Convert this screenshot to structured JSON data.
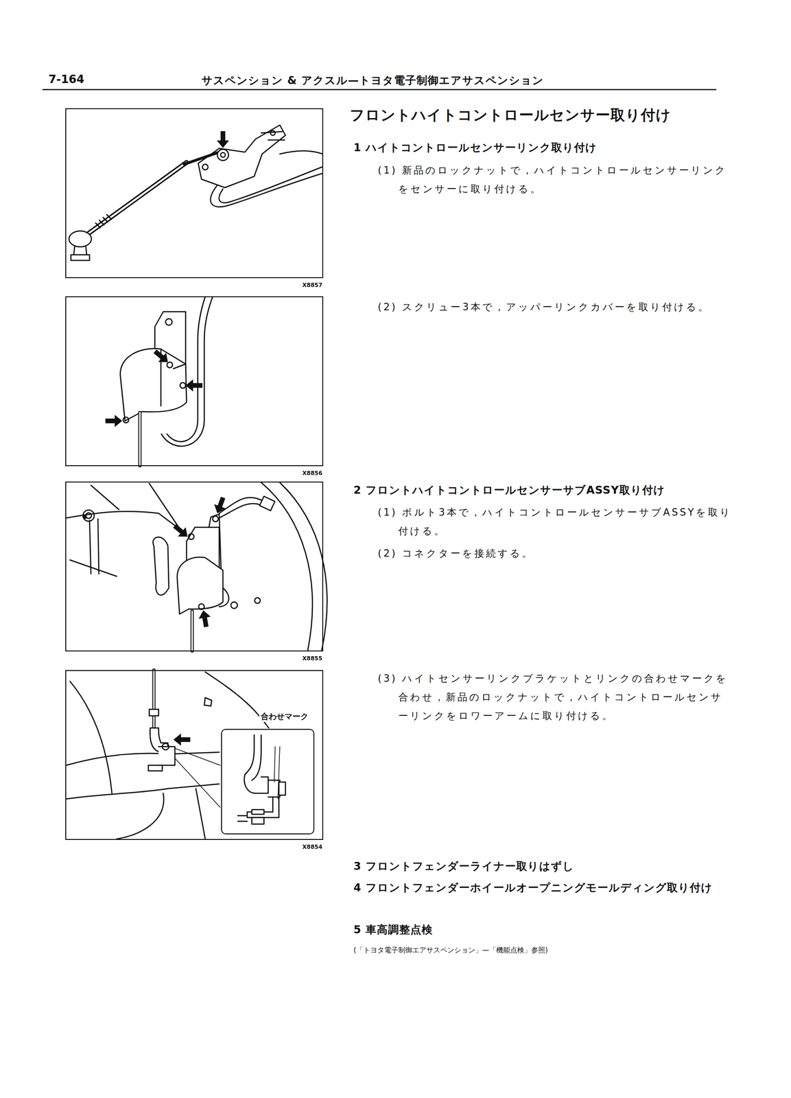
{
  "diagram": {
    "title": "フロントハイトコントロールセンサー取り付け",
    "nodes": [
      {
        "text": [
          "X8857"
        ]
      },
      {
        "text": [
          "X8856"
        ]
      },
      {
        "text": [
          "X8855"
        ]
      },
      {
        "text": [
          "X8854"
        ]
      },
      {
        "text": [
          "合わせマーク"
        ],
        "in": 3
      }
    ],
    "labels": [
      "7-164",
      "サスペンション & アクスル—トヨタ電子制御エアサスペンション",
      "1 ハイトコントロールセンサーリンク取り付け",
      "(1) 新品のロックナットで，ハイトコントロールセンサーリンクをセンサーに取り付ける。",
      "(2) スクリュー3本で，アッパーリンクカバーを取り付ける。",
      "2 フロントハイトコントロールセンサーサブASSY取り付け",
      "(1) ボルト3本で，ハイトコントロールセンサーサブASSYを取り付ける。",
      "(2) コネクターを接続する。",
      "(3) ハイトセンサーリンクブラケットとリンクの合わせマークを合わせ，新品のロックナットで，ハイトコントロールセンサーリンクをロワーアームに取り付ける。",
      "3 フロントフェンダーライナー取りはずし",
      "4 フロントフェンダーホイールオープニングモールディング取り付け",
      "5 車高調整点検",
      "(「トヨタ電子制御エアサスペンション」—「機能点検」参照)"
    ]
  }
}
